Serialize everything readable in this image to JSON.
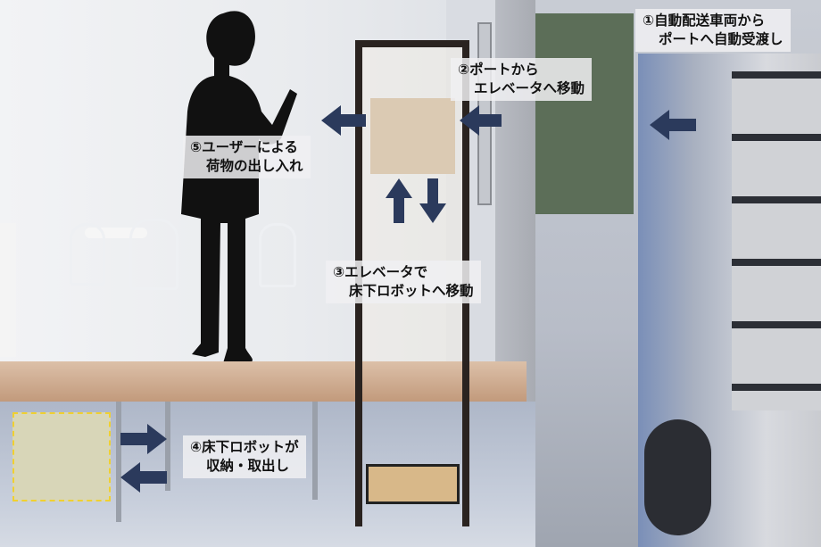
{
  "labels": {
    "step1": {
      "line1": "①自動配送車両から",
      "line2": "ポートへ自動受渡し"
    },
    "step2": {
      "line1": "②ポートから",
      "line2": "エレベータへ移動"
    },
    "step3": {
      "line1": "③エレベータで",
      "line2": "床下ロボットへ移動"
    },
    "step4": {
      "line1": "④床下ロボットが",
      "line2": "収納・取出し"
    },
    "step5": {
      "line1": "⑤ユーザーによる",
      "line2": "荷物の出し入れ"
    }
  },
  "colors": {
    "arrow": "#2b3a5c",
    "storage_outline": "#f0d030"
  }
}
